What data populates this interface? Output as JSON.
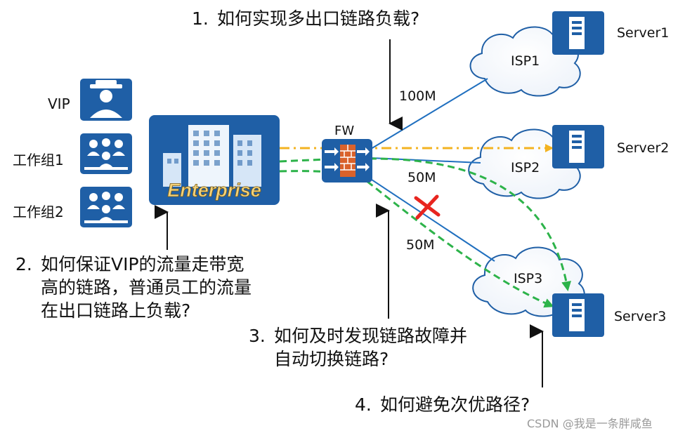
{
  "questions": [
    {
      "num": "1.",
      "lines": [
        "如何实现多出口链路负载?"
      ]
    },
    {
      "num": "2.",
      "lines": [
        "如何保证VIP的流量走带宽",
        "高的链路，普通员工的流量",
        "在出口链路上负载?"
      ]
    },
    {
      "num": "3.",
      "lines": [
        "如何及时发现链路故障并",
        "自动切换链路?"
      ]
    },
    {
      "num": "4.",
      "lines": [
        "如何避免次优路径?"
      ]
    }
  ],
  "users": [
    "VIP",
    "工作组1",
    "工作组2"
  ],
  "enterprise_label": "Enterprise",
  "firewall_label": "FW",
  "isps": [
    "ISP1",
    "ISP2",
    "ISP3"
  ],
  "servers": [
    "Server1",
    "Server2",
    "Server3"
  ],
  "bandwidths": {
    "isp1": "100M",
    "isp2": "50M",
    "isp3": "50M"
  },
  "watermark": "CSDN @我是一条胖咸鱼",
  "colors": {
    "icon_blue": "#1f5fa6",
    "link_blue": "#1f6fbf",
    "vip_path": "#f3b321",
    "staff_path": "#2db34a",
    "fault_mark": "#e8251f",
    "firewall_brick": "#d9622b"
  },
  "icons": [
    "person-icon",
    "group-icon",
    "building-icon",
    "firewall-icon",
    "cloud-icon",
    "server-icon"
  ]
}
